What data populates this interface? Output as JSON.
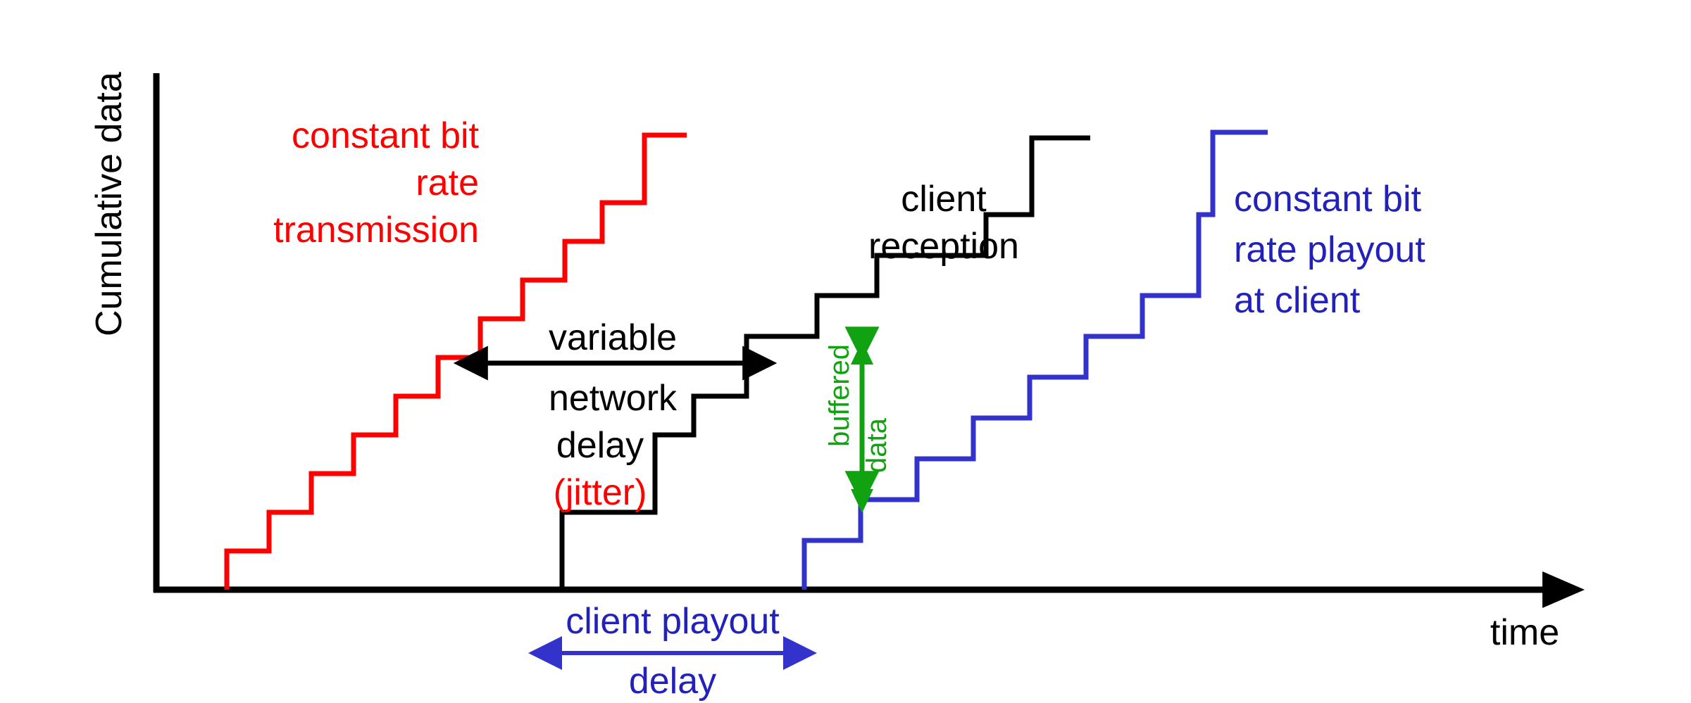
{
  "figure": {
    "axes": {
      "y_label": "Cumulative data",
      "x_label": "time"
    },
    "annotations": {
      "cbr_transmission": {
        "line1": "constant bit",
        "line2": "rate",
        "line3": "transmission",
        "color": "#fe0000"
      },
      "variable_delay": {
        "line1": "variable",
        "line2": "network",
        "line3": "delay",
        "line4": "(jitter)",
        "color": "#000000",
        "jitter_color": "#fe0000"
      },
      "client_reception": {
        "line1": "client",
        "line2": "reception",
        "color": "#000000"
      },
      "buffered_data": {
        "line1": "buffered",
        "line2": "data",
        "color": "#11a211"
      },
      "cbr_playout": {
        "line1": "constant bit",
        "line2": "rate playout",
        "line3": "at client",
        "color": "#2222bb"
      },
      "client_playout_delay": {
        "line1": "client playout",
        "line2": "delay",
        "color": "#2222bb"
      }
    }
  },
  "chart_data": {
    "type": "line",
    "title": "",
    "xlabel": "time",
    "ylabel": "Cumulative data",
    "grid": false,
    "legend": "inline annotations",
    "xlim": [
      0,
      100
    ],
    "ylim": [
      0,
      100
    ],
    "series": [
      {
        "name": "constant bit rate transmission",
        "color": "#fe0000",
        "style": "staircase",
        "description": "Server sends packets at a constant rate starting at t=0; cumulative data increases in uniform steps.",
        "points": [
          [
            322,
            838
          ],
          [
            322,
            783
          ],
          [
            382,
            783
          ],
          [
            382,
            728
          ],
          [
            442,
            728
          ],
          [
            442,
            673
          ],
          [
            502,
            673
          ],
          [
            502,
            618
          ],
          [
            562,
            618
          ],
          [
            562,
            563
          ],
          [
            622,
            563
          ],
          [
            622,
            508
          ],
          [
            682,
            508
          ],
          [
            682,
            453
          ],
          [
            742,
            453
          ],
          [
            742,
            398
          ],
          [
            802,
            398
          ],
          [
            802,
            343
          ],
          [
            855,
            343
          ],
          [
            855,
            288
          ],
          [
            915,
            288
          ],
          [
            915,
            192
          ],
          [
            975,
            192
          ]
        ]
      },
      {
        "name": "client reception",
        "color": "#000000",
        "style": "staircase",
        "description": "Packets arrive at the client after a variable network delay, so the steps are irregular in width.",
        "points": [
          [
            798,
            838
          ],
          [
            798,
            728
          ],
          [
            930,
            728
          ],
          [
            930,
            618
          ],
          [
            985,
            618
          ],
          [
            985,
            563
          ],
          [
            1060,
            563
          ],
          [
            1060,
            478
          ],
          [
            1160,
            478
          ],
          [
            1160,
            420
          ],
          [
            1245,
            420
          ],
          [
            1245,
            363
          ],
          [
            1400,
            363
          ],
          [
            1400,
            305
          ],
          [
            1465,
            305
          ],
          [
            1465,
            196
          ],
          [
            1548,
            196
          ]
        ]
      },
      {
        "name": "constant bit rate playout at client",
        "color": "#3333cc",
        "style": "staircase",
        "description": "Client plays out media at a constant rate after an initial playout delay; uniform steps lag the reception curve.",
        "points": [
          [
            1142,
            838
          ],
          [
            1142,
            768
          ],
          [
            1222,
            768
          ],
          [
            1222,
            710
          ],
          [
            1302,
            710
          ],
          [
            1302,
            652
          ],
          [
            1382,
            652
          ],
          [
            1382,
            594
          ],
          [
            1462,
            594
          ],
          [
            1462,
            536
          ],
          [
            1542,
            536
          ],
          [
            1542,
            478
          ],
          [
            1622,
            478
          ],
          [
            1622,
            420
          ],
          [
            1702,
            420
          ],
          [
            1702,
            305
          ],
          [
            1722,
            305
          ],
          [
            1722,
            188
          ],
          [
            1800,
            188
          ]
        ]
      }
    ],
    "measures": [
      {
        "name": "variable network delay (jitter)",
        "type": "horizontal-double-arrow",
        "color": "#000000",
        "from_x": 648,
        "to_x": 1098,
        "y": 516
      },
      {
        "name": "buffered data",
        "type": "vertical-double-arrow",
        "color": "#11a211",
        "x": 1224,
        "from_y": 494,
        "to_y": 713
      },
      {
        "name": "client playout delay",
        "type": "horizontal-double-arrow",
        "color": "#3333cc",
        "from_x": 755,
        "to_x": 1155,
        "y": 912
      }
    ]
  }
}
